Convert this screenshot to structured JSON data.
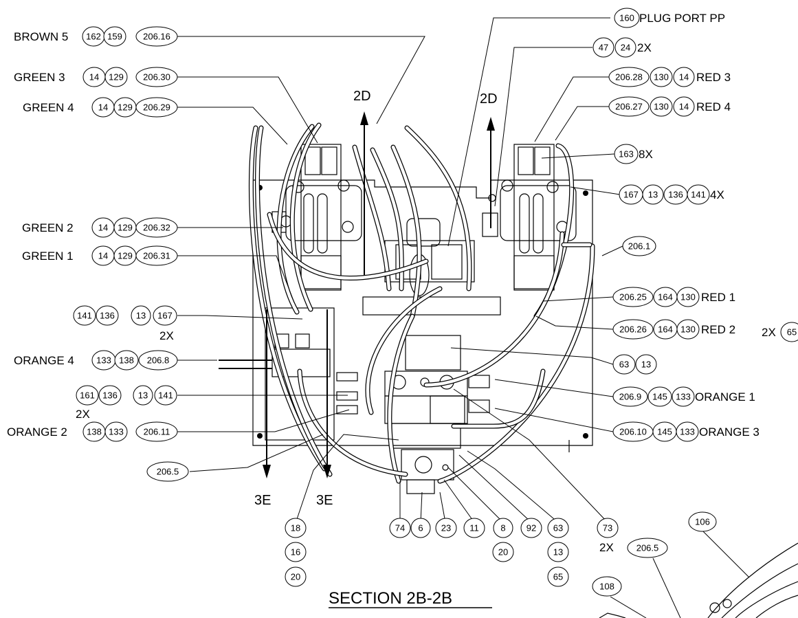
{
  "title": "SECTION 2B-2B",
  "section_marks": {
    "d_left": "2D",
    "d_right": "2D",
    "e_left": "3E",
    "e_right": "3E"
  },
  "callouts": {
    "brown5": {
      "text": "BROWN 5",
      "balloons": [
        "162",
        "159",
        "206.16"
      ]
    },
    "green3": {
      "text": "GREEN 3",
      "balloons": [
        "14",
        "129",
        "206.30"
      ]
    },
    "green4": {
      "text": "GREEN 4",
      "balloons": [
        "14",
        "129",
        "206.29"
      ]
    },
    "green2": {
      "text": "GREEN 2",
      "balloons": [
        "14",
        "129",
        "206.32"
      ]
    },
    "green1": {
      "text": "GREEN 1",
      "balloons": [
        "14",
        "129",
        "206.31"
      ]
    },
    "left141": {
      "balloons": [
        "141",
        "136",
        "13",
        "167"
      ],
      "qty": "2X"
    },
    "orange4": {
      "text": "ORANGE 4",
      "balloons": [
        "133",
        "138",
        "206.8"
      ]
    },
    "left161": {
      "balloons": [
        "161",
        "136",
        "13",
        "141"
      ],
      "qty": "2X"
    },
    "orange2": {
      "text": "ORANGE 2",
      "balloons": [
        "138",
        "133",
        "206.11"
      ]
    },
    "b2065": {
      "balloons": [
        "206.5"
      ]
    },
    "plugport": {
      "balloons": [
        "160"
      ],
      "text": "PLUG PORT PP"
    },
    "r47": {
      "balloons": [
        "47",
        "24"
      ],
      "qty": "2X"
    },
    "red3": {
      "balloons": [
        "206.28",
        "130",
        "14"
      ],
      "text": "RED 3"
    },
    "red4": {
      "balloons": [
        "206.27",
        "130",
        "14"
      ],
      "text": "RED 4"
    },
    "r163": {
      "balloons": [
        "163"
      ],
      "qty": "8X"
    },
    "r167": {
      "balloons": [
        "167",
        "13",
        "136",
        "141"
      ],
      "qty": "4X"
    },
    "r2061": {
      "balloons": [
        "206.1"
      ]
    },
    "red1": {
      "balloons": [
        "206.25",
        "164",
        "130"
      ],
      "text": "RED 1"
    },
    "red2": {
      "balloons": [
        "206.26",
        "164",
        "130"
      ],
      "text": "RED 2",
      "qty": "2X",
      "tail": "65"
    },
    "r63": {
      "balloons": [
        "63",
        "13"
      ]
    },
    "orange1": {
      "balloons": [
        "206.9",
        "145",
        "133"
      ],
      "text": "ORANGE 1"
    },
    "orange3": {
      "balloons": [
        "206.10",
        "145",
        "133"
      ],
      "text": "ORANGE 3"
    },
    "bottom_stacks": {
      "s18": [
        "18",
        "16",
        "20"
      ],
      "s74": [
        "74"
      ],
      "s6": [
        "6"
      ],
      "s23": [
        "23"
      ],
      "s11": [
        "11"
      ],
      "s8": [
        "8",
        "20"
      ],
      "s92": [
        "92"
      ],
      "s63": [
        "63",
        "13",
        "65"
      ],
      "s73": [
        "73"
      ]
    },
    "qty_73": "2X",
    "br_2065": "206.5",
    "br_106": "106",
    "br_108": "108"
  }
}
